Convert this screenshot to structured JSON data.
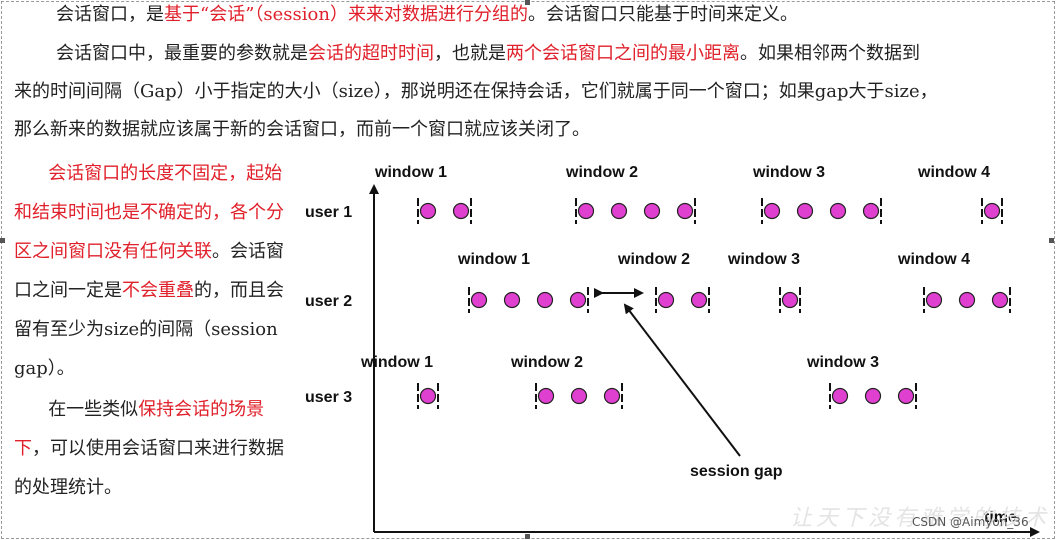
{
  "top_paragraphs": {
    "p1": {
      "a": "会话窗口，是",
      "b": "基于“会话”（session）来来对数据进行分组的",
      "c": "。会话窗口只能基于时间来定义。"
    },
    "p2": {
      "line1_a": "会话窗口中，最重要的参数就是",
      "line1_b": "会话的超时时间",
      "line1_c": "，也就是",
      "line1_d": "两个会话窗口之间的最小距离",
      "line1_e": "。如果相邻两个数据到",
      "line2": "来的时间间隔（Gap）小于指定的大小（size），那说明还在保持会话，它们就属于同一个窗口；如果gap大于size，",
      "line3": "那么新来的数据就应该属于新的会话窗口，而前一个窗口就应该关闭了。"
    }
  },
  "side": {
    "s1_red": "会话窗口的长度不固定，起始和结束时间也是不确定的，各个分区之间窗口没有任何关联",
    "s1_b": "。会话窗口之间一定是",
    "s1_red2": "不会重叠",
    "s1_c": "的，而且会留有至少为size的间隔（session gap）。",
    "s2_a": "在一些类似",
    "s2_red": "保持会话的场景下",
    "s2_b": "，可以使用会话窗口来进行数据的处理统计。"
  },
  "diagram": {
    "axis_label": "time",
    "gap_label": "session gap",
    "users": [
      {
        "label": "user 1",
        "windows": [
          {
            "label": "window 1",
            "dots": 2
          },
          {
            "label": "window 2",
            "dots": 4
          },
          {
            "label": "window 3",
            "dots": 4
          },
          {
            "label": "window 4",
            "dots": 1
          }
        ]
      },
      {
        "label": "user 2",
        "windows": [
          {
            "label": "window 1",
            "dots": 4
          },
          {
            "label": "window 2",
            "dots": 2
          },
          {
            "label": "window 3",
            "dots": 1
          },
          {
            "label": "window 4",
            "dots": 3
          }
        ]
      },
      {
        "label": "user 3",
        "windows": [
          {
            "label": "window 1",
            "dots": 1
          },
          {
            "label": "window 2",
            "dots": 3
          },
          {
            "label": "window 3",
            "dots": 3
          }
        ]
      }
    ],
    "colors": {
      "dot": "#e040d0",
      "dot_stroke": "#222222",
      "axis": "#111111"
    }
  },
  "watermark": "让天下没有难学的技术",
  "credit": "CSDN @Aimyon_36"
}
